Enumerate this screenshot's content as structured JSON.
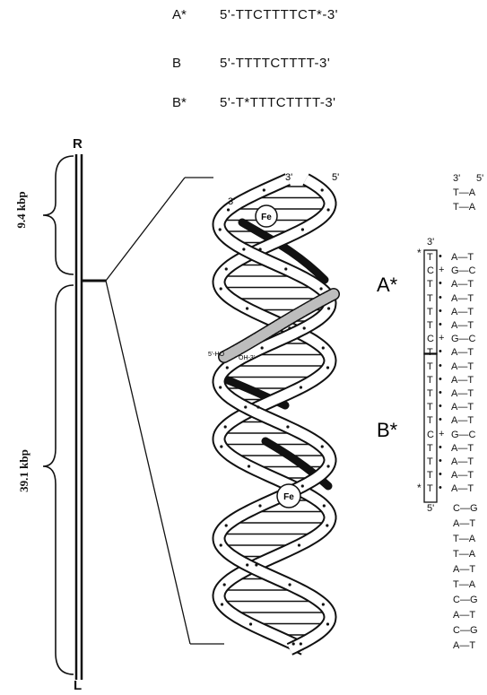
{
  "sequences": [
    {
      "label": "A*",
      "seq": "5'-TTCTTTTCT*-3'"
    },
    {
      "label": "B",
      "seq": "5'-TTTTCTTTT-3'"
    },
    {
      "label": "B*",
      "seq": "5'-T*TTTCTTTT-3'"
    }
  ],
  "chromosome": {
    "top_label": "R",
    "bottom_label": "L",
    "upper_size": "9.4 kbp",
    "lower_size": "39.1 kbp"
  },
  "helix": {
    "fe_label": "Fe",
    "end3_left": "3'",
    "end3_top": "3'",
    "end5_top": "5'",
    "ho_label": "5'-HO",
    "oh_label": "OH-3'"
  },
  "sites": {
    "a_star": "A*",
    "b_star": "B*"
  },
  "strand_col": {
    "header_3": "3'",
    "header_5": "5'",
    "inner_3": "3'",
    "inner_5": "5'",
    "top_pairs": [
      "T—A",
      "T—A"
    ],
    "boxed": [
      {
        "b": "T",
        "p": "A—T"
      },
      {
        "b": "C",
        "p": "G—C"
      },
      {
        "b": "T",
        "p": "A—T"
      },
      {
        "b": "T",
        "p": "A—T"
      },
      {
        "b": "T",
        "p": "A—T"
      },
      {
        "b": "T",
        "p": "A—T"
      },
      {
        "b": "C",
        "p": "G—C"
      },
      {
        "b": "T",
        "p": "A—T"
      },
      {
        "b": "T",
        "p": "A—T"
      },
      {
        "b": "T",
        "p": "A—T"
      },
      {
        "b": "T",
        "p": "A—T"
      },
      {
        "b": "T",
        "p": "A—T"
      },
      {
        "b": "T",
        "p": "A—T"
      },
      {
        "b": "C",
        "p": "G—C"
      },
      {
        "b": "T",
        "p": "A—T"
      },
      {
        "b": "T",
        "p": "A—T"
      },
      {
        "b": "T",
        "p": "A—T"
      },
      {
        "b": "T",
        "p": "A—T"
      }
    ],
    "bottom_pairs": [
      "C—G",
      "A—T",
      "T—A",
      "T—A",
      "A—T",
      "T—A",
      "C—G",
      "A—T",
      "C—G",
      "A—T"
    ]
  }
}
